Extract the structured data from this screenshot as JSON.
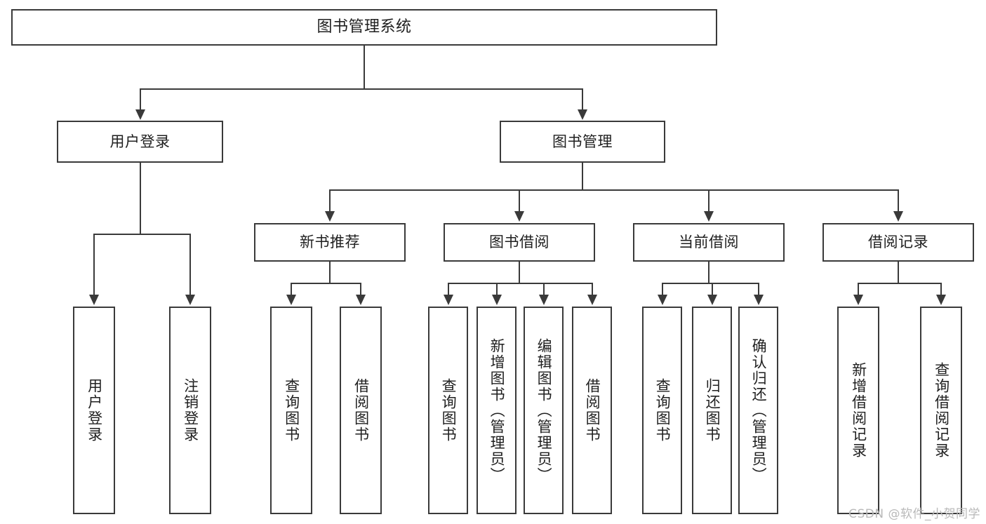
{
  "diagram": {
    "type": "tree-hierarchy",
    "title": "图书管理系统",
    "root": {
      "label": "图书管理系统"
    },
    "level1": [
      {
        "label": "用户登录"
      },
      {
        "label": "图书管理"
      }
    ],
    "level2": [
      {
        "label": "新书推荐"
      },
      {
        "label": "图书借阅"
      },
      {
        "label": "当前借阅"
      },
      {
        "label": "借阅记录"
      }
    ],
    "leaves": {
      "user_login": [
        {
          "label": "用户登录"
        },
        {
          "label": "注销登录"
        }
      ],
      "new_book_recommend": [
        {
          "label": "查询图书"
        },
        {
          "label": "借阅图书"
        }
      ],
      "book_borrow": [
        {
          "label": "查询图书"
        },
        {
          "label": "新增图书（管理员）"
        },
        {
          "label": "编辑图书（管理员）"
        },
        {
          "label": "借阅图书"
        }
      ],
      "current_borrow": [
        {
          "label": "查询图书"
        },
        {
          "label": "归还图书"
        },
        {
          "label": "确认归还（管理员）"
        }
      ],
      "borrow_record": [
        {
          "label": "新增借阅记录"
        },
        {
          "label": "查询借阅记录"
        }
      ]
    }
  },
  "watermark": {
    "text": "CSDN @软件_小贺同学"
  },
  "colors": {
    "stroke": "#3a3a3a",
    "text": "#1f1f1f",
    "background": "#ffffff",
    "watermark": "#b9b9b9"
  }
}
